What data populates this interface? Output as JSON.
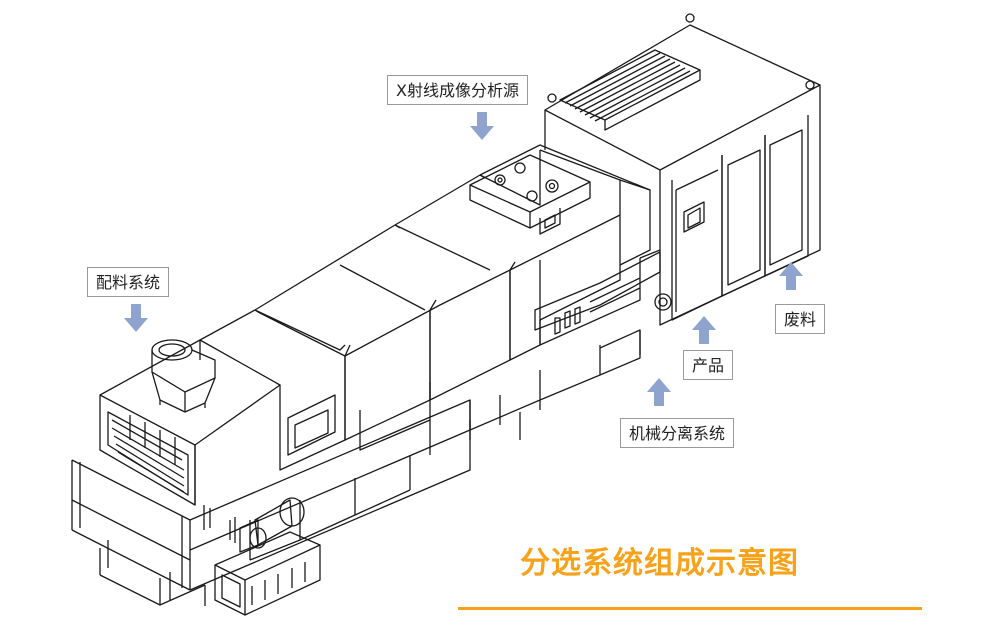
{
  "labels": {
    "xray": "X射线成像分析源",
    "feeding": "配料系统",
    "waste": "废料",
    "product": "产品",
    "separation": "机械分离系统"
  },
  "title": "分选系统组成示意图",
  "colors": {
    "arrow": "#8fa3cf",
    "title": "#f7a21b",
    "line": "#1a1a1a",
    "callout_border": "#9a9a9a"
  }
}
